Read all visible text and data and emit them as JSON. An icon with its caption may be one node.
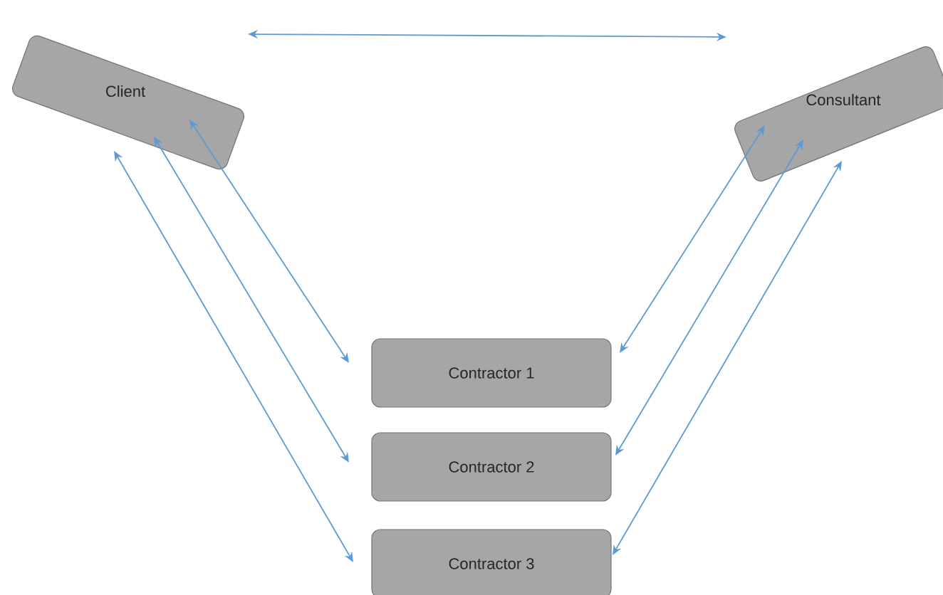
{
  "diagram": {
    "nodes": [
      {
        "text": [
          "Client"
        ]
      },
      {
        "text": [
          "Consultant"
        ]
      },
      {
        "text": [
          "Contractor 1"
        ]
      },
      {
        "text": [
          "Contractor 2"
        ]
      },
      {
        "text": [
          "Contractor 3"
        ]
      }
    ],
    "edges": [
      {
        "from": 0,
        "to": 1,
        "arrow": "both"
      },
      {
        "from": 0,
        "to": 2,
        "arrow": "both"
      },
      {
        "from": 0,
        "to": 3,
        "arrow": "both"
      },
      {
        "from": 0,
        "to": 4,
        "arrow": "both"
      },
      {
        "from": 1,
        "to": 2,
        "arrow": "both"
      },
      {
        "from": 1,
        "to": 3,
        "arrow": "both"
      },
      {
        "from": 1,
        "to": 4,
        "arrow": "both"
      }
    ]
  }
}
